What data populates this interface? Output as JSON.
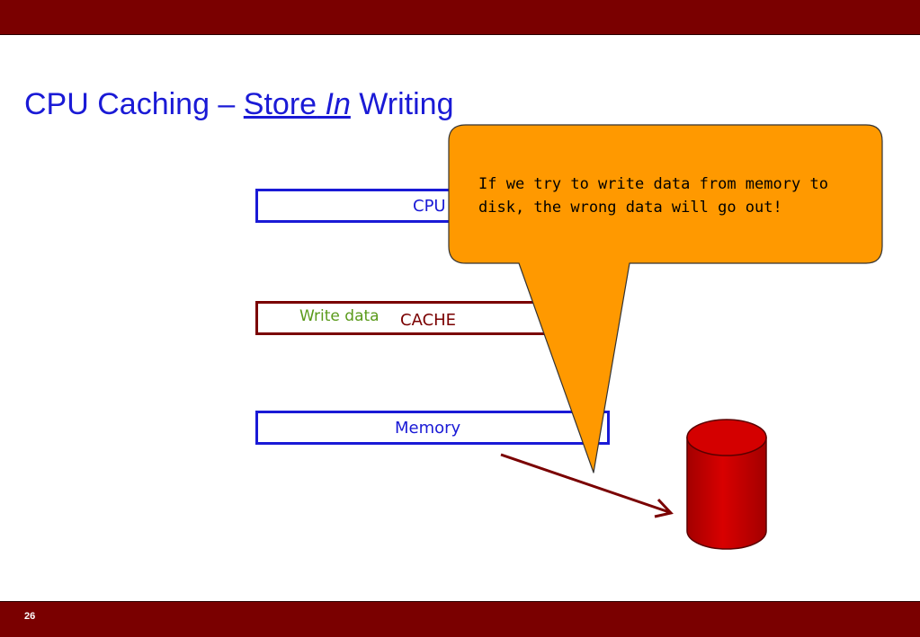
{
  "title": {
    "prefix": "CPU Caching – ",
    "store": "Store",
    "space": " ",
    "in": "In",
    "suffix": " Writing"
  },
  "boxes": {
    "cpu": "CPU",
    "cache": "CACHE",
    "memory": "Memory"
  },
  "write_data_label": "Write data",
  "callout": {
    "text": "If we try to write data from memory to disk, the wrong data will go out!"
  },
  "footer": {
    "slide_number": "26"
  },
  "colors": {
    "header_bar": "#7a0000",
    "title": "#1a1ad6",
    "callout_fill": "#ff9900",
    "disk_fill": "#cc0000",
    "arrow": "#7a0000",
    "write_data": "#5a9a1a"
  }
}
